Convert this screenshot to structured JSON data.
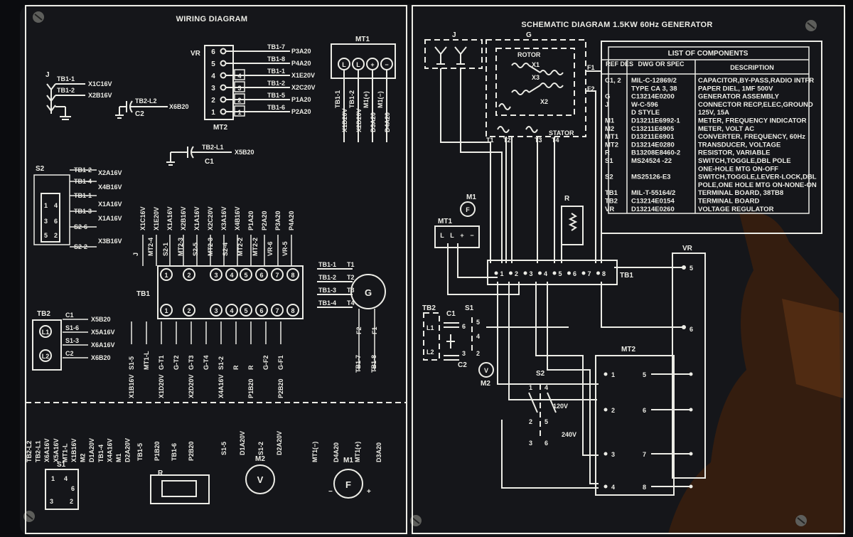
{
  "wiring": {
    "title": "WIRING DIAGRAM",
    "vr_label": "VR",
    "mt2_label": "MT2",
    "mt1_label": "MT1",
    "tb1_label": "TB1",
    "tb2_label": "TB2",
    "s2_label": "S2",
    "s1_label": "S1",
    "j_label": "J",
    "c1_label": "C1",
    "c2_label": "C2",
    "g_label": "G",
    "r_label": "R",
    "m1_label": "M1",
    "m2_label": "M2",
    "v_label": "V",
    "f_label": "F",
    "mt2_left_pins": [
      "6",
      "5",
      "4",
      "3",
      "2",
      "1"
    ],
    "mt2_right_pins": [
      "4",
      "3",
      "2",
      "1"
    ],
    "mt2_wires": [
      {
        "from": "TB1-7",
        "to": "P3A20"
      },
      {
        "from": "TB1-8",
        "to": "P4A20"
      },
      {
        "from": "TB1-1",
        "to": "X1E20V"
      },
      {
        "from": "TB1-2",
        "to": "X2C20V"
      },
      {
        "from": "TB1-5",
        "to": "P1A20"
      },
      {
        "from": "TB1-6",
        "to": "P2A20"
      }
    ],
    "j_wires": [
      {
        "from": "TB1-1",
        "to": "X1C16V"
      },
      {
        "from": "TB1-2",
        "to": "X2B16V"
      }
    ],
    "c2_wires": [
      {
        "from": "TB2-L2",
        "to": "X6B20"
      }
    ],
    "c1_wires": [
      {
        "from": "TB2-L1",
        "to": "X5B20"
      }
    ],
    "mt1_terminals": [
      "L",
      "L",
      "+",
      "−"
    ],
    "mt1_wires_top": [
      "TB1-1",
      "TB1-2",
      "M1(+)",
      "M1(−)"
    ],
    "mt1_wires_bottom": [
      "X1D20V",
      "X2D20V",
      "D3A20",
      "D4A20"
    ],
    "s2_wires_right": [
      "X2A16V",
      "X4B16V",
      "X1A16V",
      "X1A16V",
      "X3B16V"
    ],
    "s2_wires_left": [
      "TB1-2",
      "TB1-4",
      "TB1-1",
      "TB1-3",
      "S2-6",
      "S2-2"
    ],
    "s2_pins": [
      "1",
      "3",
      "4",
      "6",
      "5",
      "2"
    ],
    "tb1_numbers": [
      "1",
      "2",
      "3",
      "4",
      "5",
      "6",
      "7",
      "8"
    ],
    "tb1_top_a": [
      "J",
      "MT2-4",
      "S2-1",
      "MT2-3",
      "S2-5",
      "MT2-3",
      "S2-4",
      "MT2-2",
      "MT2-2",
      "VR-6",
      "VR-5"
    ],
    "tb1_top_b": [
      "X1C16V",
      "X1E20V",
      "X1A16V",
      "X2B16V",
      "X1A16V",
      "X2C20V",
      "X3A16V",
      "X4B16V",
      "P1A20",
      "P2A20",
      "P3A20",
      "P4A20"
    ],
    "tb1_bottom_a": [
      "S1-5",
      "MT1-L",
      "G-T1",
      "G-T2",
      "G-T3",
      "G-T4",
      "S1-2",
      "R",
      "R",
      "G-F2",
      "G-F1"
    ],
    "tb1_bottom_b": [
      "X1B16V",
      "X1D20V",
      "X2D20V",
      "X4A16V",
      "P1B20",
      "P2B20"
    ],
    "g_wires": [
      {
        "from": "TB1-1",
        "to": "T1"
      },
      {
        "from": "TB1-2",
        "to": "T2"
      },
      {
        "from": "TB1-3",
        "to": "T3"
      },
      {
        "from": "TB1-4",
        "to": "T4"
      }
    ],
    "g_bottom": [
      "F2",
      "F1"
    ],
    "g_bottom_wires": [
      "TB1-7",
      "TB1-8"
    ],
    "tb2_wires": [
      {
        "from": "C1",
        "to": "X5B20"
      },
      {
        "from": "S1-6",
        "to": "X5A16V"
      },
      {
        "from": "S1-3",
        "to": "X6A16V"
      },
      {
        "from": "C2",
        "to": "X6B20"
      }
    ],
    "tb2_terminals": [
      "L1",
      "L2"
    ],
    "s1_top": [
      "TB2-L2",
      "TB2-L1",
      "X6A16V",
      "X5A16V",
      "MT1-L",
      "X1B16V",
      "M2",
      "D1A20V",
      "TB1-4",
      "X4A16V",
      "M1",
      "D2A20V"
    ],
    "s1_pins": [
      "1",
      "4",
      "6",
      "3",
      "2"
    ],
    "r_wires": [
      "TB1-5",
      "P1B20",
      "TB1-6",
      "P2B20"
    ],
    "m2_wires": [
      "S1-5",
      "D1A20V",
      "S1-2",
      "D2A20V"
    ],
    "m1_wires": [
      "MT1(−)",
      "D4A20",
      "MT1(+)",
      "D3A20"
    ],
    "m1_polarity": [
      "−",
      "+"
    ]
  },
  "schematic": {
    "title": "SCHEMATIC DIAGRAM 1.5KW 60Hz  GENERATOR",
    "j_label": "J",
    "g_label": "G",
    "rotor_label": "ROTOR",
    "stator_label": "STATOR",
    "rotor_pins": [
      "X1",
      "X3",
      "X2"
    ],
    "field_pins": [
      "F1",
      "F2"
    ],
    "stator_pins": [
      "T1",
      "T2",
      "T3",
      "T4"
    ],
    "m1_label": "M1",
    "m1_symbol": "F",
    "mt1_label": "MT1",
    "mt1_terminals": [
      "L",
      "L",
      "+",
      "−"
    ],
    "r_label": "R",
    "tb1_label": "TB1",
    "tb1_numbers": [
      "1",
      "2",
      "3",
      "4",
      "5",
      "6",
      "7",
      "8"
    ],
    "vr_label": "VR",
    "vr_pins": [
      "5",
      "6"
    ],
    "tb2_label": "TB2",
    "tb2_terminals": [
      "L1",
      "L2"
    ],
    "c1_label": "C1",
    "c2_label": "C2",
    "s1_label": "S1",
    "s1_pins": [
      "6",
      "5",
      "4",
      "3",
      "2"
    ],
    "m2_label": "M2",
    "m2_symbol": "V",
    "s2_label": "S2",
    "s2_pins": [
      "1",
      "4",
      "2",
      "5",
      "3",
      "6"
    ],
    "s2_voltages": [
      "120V",
      "240V"
    ],
    "mt2_label": "MT2",
    "mt2_left": [
      "1",
      "2",
      "3",
      "4"
    ],
    "mt2_right": [
      "5",
      "6",
      "7",
      "8"
    ]
  },
  "components": {
    "title": "LIST OF COMPONENTS",
    "headers": [
      "REF DES",
      "DWG OR SPEC",
      "DESCRIPTION"
    ],
    "rows": [
      {
        "ref": "C1, 2",
        "dwg": "MIL-C-12869/2",
        "desc": "CAPACITOR,BY-PASS,RADIO INTFR"
      },
      {
        "ref": "",
        "dwg": "TYPE CA 3, 38",
        "desc": "PAPER DIEL, 1MF 500V"
      },
      {
        "ref": "G",
        "dwg": "C13214E0200",
        "desc": "GENERATOR ASSEMBLY"
      },
      {
        "ref": "J",
        "dwg": "W-C-596",
        "desc": "CONNECTOR RECP,ELEC,GROUND"
      },
      {
        "ref": "",
        "dwg": "D STYLE",
        "desc": "125V, 15A"
      },
      {
        "ref": "M1",
        "dwg": "D13211E6992-1",
        "desc": "METER, FREQUENCY INDICATOR"
      },
      {
        "ref": "M2",
        "dwg": "C13211E6905",
        "desc": "METER, VOLT AC"
      },
      {
        "ref": "MT1",
        "dwg": "D13211E6901",
        "desc": "CONVERTER, FREQUENCY, 60Hz"
      },
      {
        "ref": "MT2",
        "dwg": "D13214E0280",
        "desc": "TRANSDUCER, VOLTAGE"
      },
      {
        "ref": "R",
        "dwg": "B13208E8460-2",
        "desc": "RESISTOR, VARIABLE"
      },
      {
        "ref": "S1",
        "dwg": "MS24524 -22",
        "desc": "SWITCH,TOGGLE,DBL POLE"
      },
      {
        "ref": "",
        "dwg": "",
        "desc": "ONE-HOLE MTG ON-OFF"
      },
      {
        "ref": "S2",
        "dwg": "MS25126-E3",
        "desc": "SWITCH,TOGGLE,LEVER-LOCK,DBL"
      },
      {
        "ref": "",
        "dwg": "",
        "desc": "POLE,ONE HOLE MTG ON-NONE-ON"
      },
      {
        "ref": "TB1",
        "dwg": "MIL-T-55164/2",
        "desc": "TERMINAL BOARD, 38TB8"
      },
      {
        "ref": "TB2",
        "dwg": "C13214E0154",
        "desc": "TERMINAL BOARD"
      },
      {
        "ref": "VR",
        "dwg": "D13214E0260",
        "desc": "VOLTAGE REGULATOR"
      }
    ]
  },
  "colors": {
    "panel": "#0b0c0f",
    "ink": "#ecece6",
    "rust": "#5a2d12"
  }
}
